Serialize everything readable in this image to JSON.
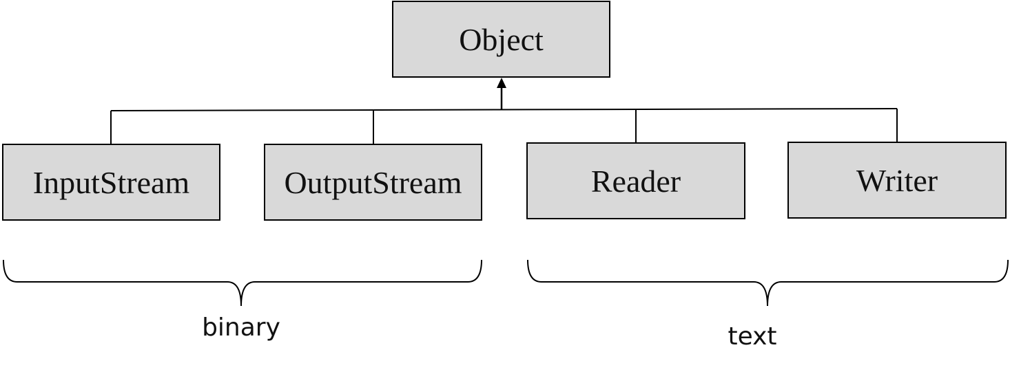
{
  "diagram": {
    "root": {
      "label": "Object"
    },
    "children": [
      {
        "label": "InputStream"
      },
      {
        "label": "OutputStream"
      },
      {
        "label": "Reader"
      },
      {
        "label": "Writer"
      }
    ],
    "groups": [
      {
        "label": "binary",
        "members": [
          "InputStream",
          "OutputStream"
        ]
      },
      {
        "label": "text",
        "members": [
          "Reader",
          "Writer"
        ]
      }
    ],
    "colors": {
      "box_fill": "#d9d9d9",
      "line": "#000000"
    }
  }
}
